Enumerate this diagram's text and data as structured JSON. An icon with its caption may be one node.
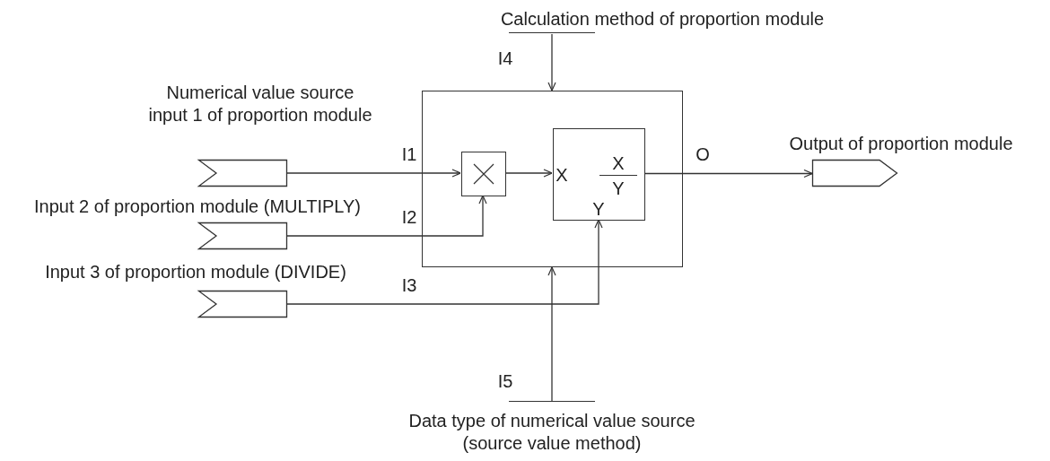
{
  "diagram": {
    "nodes": [
      {
        "text": [
          "Numerical value source input 1 of proportion module"
        ]
      },
      {
        "text": [
          "Input 2 of proportion module (MULTIPLY)"
        ]
      },
      {
        "text": [
          "Input 3 of proportion module (DIVIDE)"
        ]
      },
      {
        "text": [],
        "shape": "box"
      },
      {
        "text": [],
        "shape": "box",
        "in": 3
      },
      {
        "text": [
          "X",
          "X",
          "Y",
          "Y"
        ],
        "in": 3
      },
      {
        "text": [
          "Output of proportion module"
        ]
      },
      {
        "text": [
          "Calculation method of proportion module"
        ]
      },
      {
        "text": [
          "Data type of numerical value source (source value method)"
        ]
      }
    ],
    "edges": [
      {
        "from": 0,
        "to": 4,
        "arrow": "to",
        "label": "I1"
      },
      {
        "from": 1,
        "to": 4,
        "arrow": "to",
        "label": "I2"
      },
      {
        "from": 2,
        "to": 5,
        "arrow": "to",
        "label": "I3"
      },
      {
        "from": 4,
        "to": 5,
        "arrow": "to"
      },
      {
        "from": 5,
        "to": 6,
        "arrow": "to",
        "label": "O"
      },
      {
        "from": 7,
        "to": 3,
        "arrow": "to",
        "label": "I4"
      },
      {
        "from": 8,
        "to": 3,
        "arrow": "to",
        "label": "I5"
      }
    ]
  }
}
